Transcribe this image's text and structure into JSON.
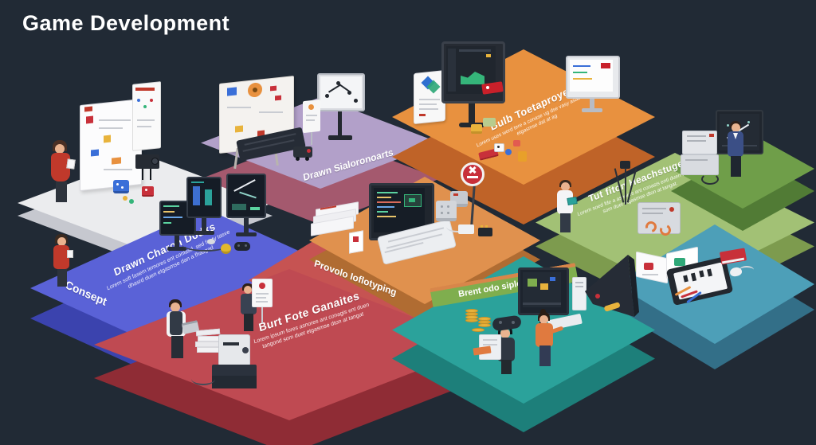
{
  "title": "Game Development",
  "colors": {
    "background": "#212a35",
    "gray_platform": "#ebecee",
    "blue_platform": "#5a62d7",
    "purple_platform": "#b2a0c9",
    "purple_edge": "#a4596e",
    "orange_platform": "#e8913f",
    "desk_orange": "#e0914e",
    "red_center": "#c65352",
    "red_platform": "#bf4a52",
    "light_green_platform": "#a2c175",
    "dark_green_platform": "#6f9e49",
    "teal_platform": "#2ba29b",
    "teal_light_platform": "#4d9fb8",
    "banner_green": "#7fae4e",
    "banner_orange": "#d8864a"
  },
  "platforms": {
    "research": {
      "items": [
        "network-doodle-icon",
        "whiteboard",
        "whiteboard-small",
        "camera-projector",
        "person-figure",
        "dice-cluster"
      ]
    },
    "concept": {
      "heading": "Drawn Charon Dodks",
      "body": "Lorem soft fasem temores ent conlasd, sed fasty tasve dhasrd duen etgasmse dan a fhasgad",
      "edge_label": "Consept",
      "items": [
        "person-figure",
        "code-monitor",
        "code-monitor",
        "code-monitor",
        "game-controller",
        "mouse",
        "ball-toy"
      ]
    },
    "storyboard": {
      "edge_label": "Drawn Sialoronoarts",
      "items": [
        "storyboard-panel",
        "keyboard",
        "node-graph-monitor",
        "sign-card",
        "robot-toy"
      ]
    },
    "prototyping": {
      "heading": "Provolo Ioflotyping",
      "items": [
        "code-monitor",
        "white-keyboard",
        "paper-stack",
        "sign-paper",
        "warning-sign",
        "circuit-gadgets"
      ]
    },
    "build": {
      "heading": "Bulb Toetaproyer",
      "body": "Lorem uses word tere a conase ug dse vasy asabs duet etgasmse dat at ag",
      "items": [
        "dev-monitor",
        "logo-card",
        "red-tag",
        "game-pieces",
        "reference-monitor"
      ]
    },
    "features": {
      "heading": "Burt Fote Ganaites",
      "body": "Lorem ipsum fores asnores ant conagis ent duen tangond som duet etgasmse dton at tangat",
      "items": [
        "person-figure",
        "person-figure",
        "document-sign",
        "book-stack",
        "arcade-kiosk"
      ]
    },
    "testing": {
      "heading": "Tut fiton Heachstuge",
      "body": "Lorem soed fde a asnores ant conasis enti duen tangond som duet etgasmse dton at tangat.",
      "items": [
        "person-figure",
        "camera-tripod",
        "test-machine",
        "analytics-screen",
        "person-figure",
        "server-boxes"
      ]
    },
    "deployment": {
      "heading": "Brent odo siplomomat",
      "items": [
        "game-monitor",
        "person-figure",
        "person-figure",
        "megaphone-icon",
        "coin-stacks",
        "server-tower",
        "pc-tower",
        "game-controller"
      ]
    },
    "handoff": {
      "items": [
        "open-book",
        "tablet-device",
        "red-book",
        "mouse",
        "pencils"
      ]
    }
  }
}
